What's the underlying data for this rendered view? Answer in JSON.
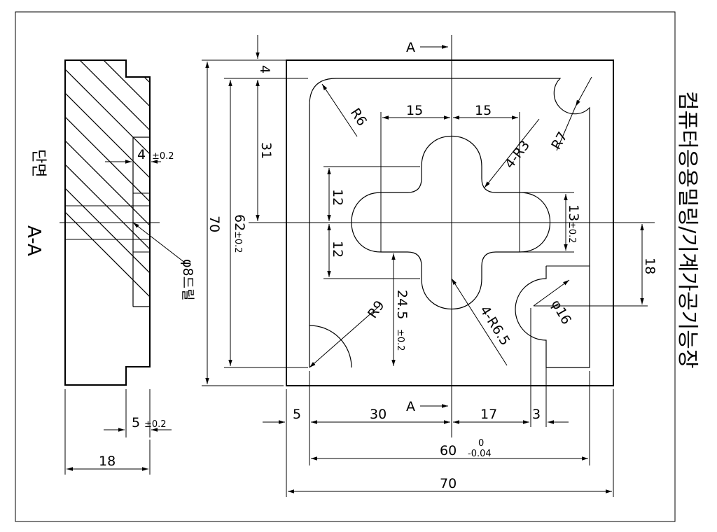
{
  "section": {
    "view_label": "단면",
    "view_name": "A-A",
    "dims": {
      "depth_4": "4",
      "depth_4_tol": "±0.2",
      "depth_5": "5",
      "depth_5_tol": "±0.2",
      "thickness": "18",
      "drill": "φ8드릴"
    }
  },
  "plan": {
    "section_marker": "A",
    "dims": {
      "top_offset": "4",
      "height_31": "31",
      "height_62": "62",
      "height_62_tol": "±0.2",
      "height_70": "70",
      "width_15_left": "15",
      "width_15_right": "15",
      "radius_r6": "R6",
      "radius_r7": "R7",
      "radius_r3": "4-R3",
      "radius_r9": "R9",
      "radius_r65": "4-R6.5",
      "lobe_12_top": "12",
      "lobe_12_bottom": "12",
      "lobe_13": "13",
      "lobe_13_tol": "±0.2",
      "height_24_5": "24.5",
      "height_24_5_tol": "±0.2",
      "height_18": "18",
      "hole_d16": "φ16",
      "bottom_5": "5",
      "bottom_30": "30",
      "bottom_17": "17",
      "bottom_3": "3",
      "width_60": "60",
      "width_60_tol_upper": "0",
      "width_60_tol_lower": "-0.04",
      "width_70": "70"
    }
  },
  "title": "컴퓨터응용밀링/기계가공기능장"
}
